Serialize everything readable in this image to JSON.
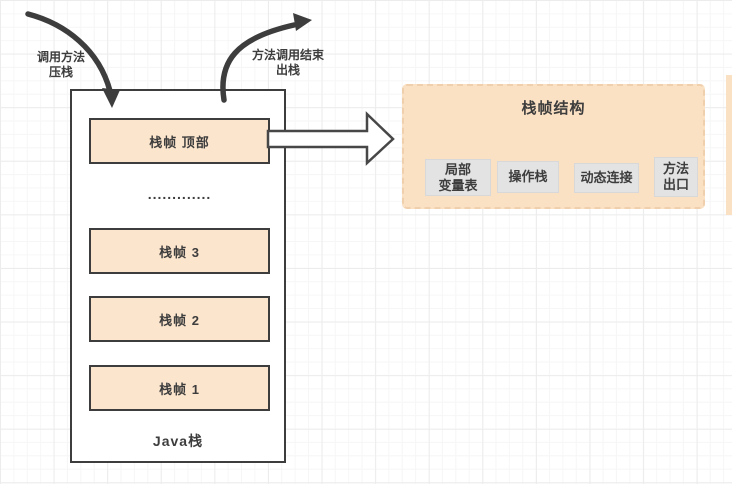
{
  "push_arrow": {
    "label": "调用方法\n压栈"
  },
  "pop_arrow": {
    "label": "方法调用结束\n出栈"
  },
  "java_stack": {
    "title": "Java栈",
    "top_frame": "栈帧 顶部",
    "ellipsis": ".............",
    "frames": [
      "栈帧 3",
      "栈帧 2",
      "栈帧 1"
    ]
  },
  "frame_structure": {
    "title": "栈帧结构",
    "components": [
      "局部\n变量表",
      "操作栈",
      "动态连接",
      "方法\n出口"
    ]
  },
  "colors": {
    "frame_fill": "#fce5cd",
    "panel_fill": "#fbe1c4",
    "component_fill": "#e3e3e3",
    "line_stroke": "#3d3d3d",
    "grid_minor": "#f6f6f6",
    "grid_major": "#ececec"
  }
}
